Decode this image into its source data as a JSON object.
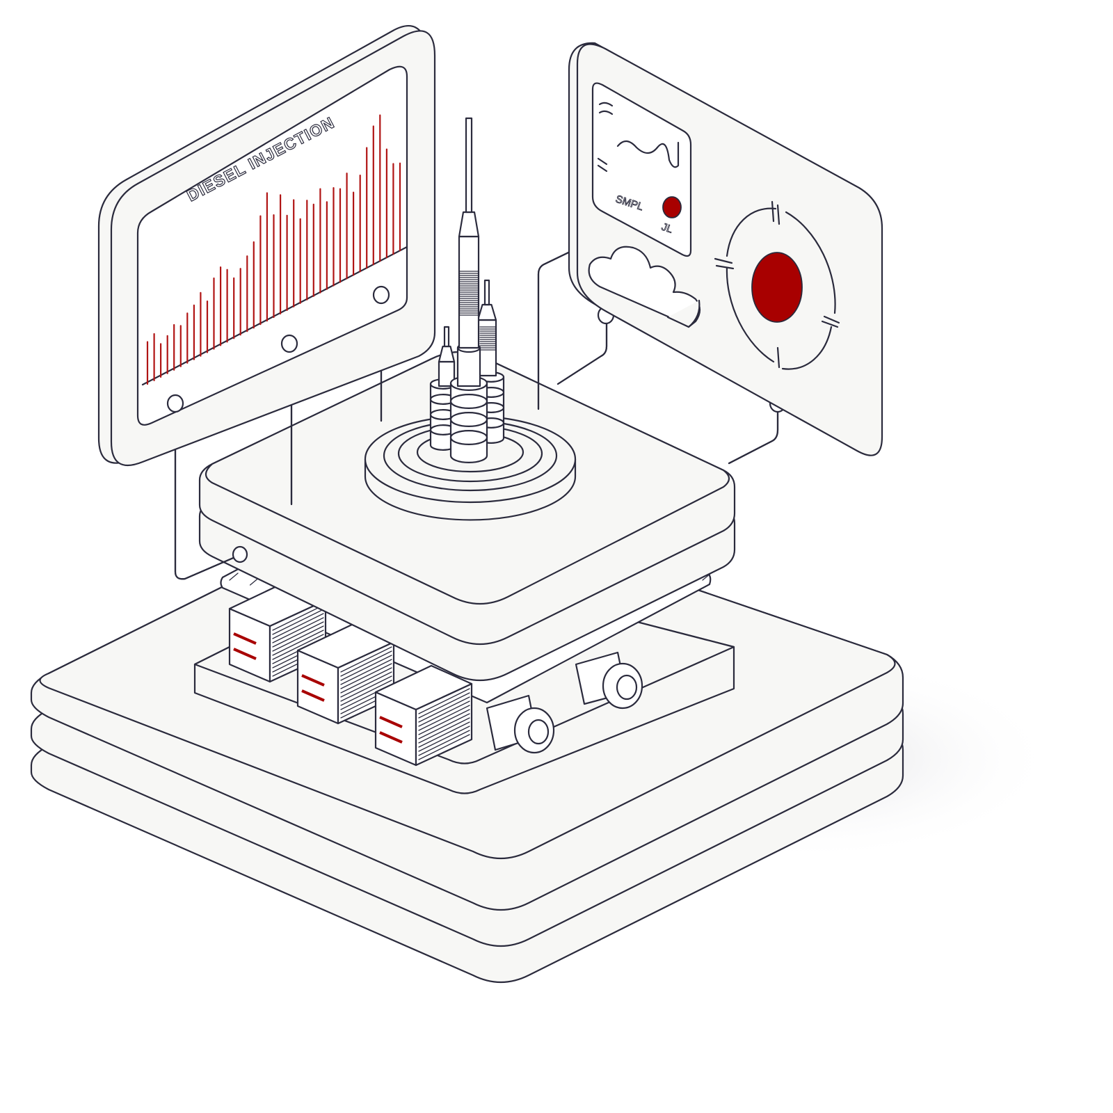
{
  "chart_data": {
    "type": "bar",
    "title": "DIESEL INJECTION",
    "values": [
      0.28,
      0.31,
      0.22,
      0.25,
      0.3,
      0.27,
      0.33,
      0.36,
      0.42,
      0.34,
      0.47,
      0.52,
      0.48,
      0.4,
      0.44,
      0.5,
      0.57,
      0.72,
      0.85,
      0.68,
      0.79,
      0.63,
      0.71,
      0.56,
      0.66,
      0.61,
      0.69,
      0.58,
      0.65,
      0.62,
      0.7,
      0.55,
      0.64,
      0.8,
      0.92,
      0.97,
      0.72,
      0.6,
      0.58
    ],
    "series_color": "#b01414"
  },
  "colors": {
    "accent": "#a80000",
    "line": "#2a2a3c",
    "surface": "#f7f7f5"
  },
  "right_panel": {
    "labels": [
      "SMPL",
      "JL"
    ]
  }
}
